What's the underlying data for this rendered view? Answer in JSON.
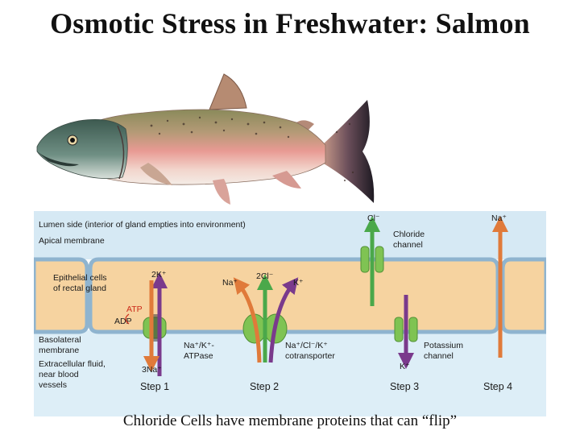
{
  "title": "Osmotic Stress in Freshwater: Salmon",
  "caption": "Chloride Cells have membrane proteins that can “flip”",
  "diagram": {
    "lumen_label": "Lumen side (interior of gland empties into environment)",
    "apical_label": "Apical membrane",
    "epithelial_label": [
      "Epithelial cells",
      "of rectal gland"
    ],
    "basolateral_label": [
      "Basolateral",
      "membrane"
    ],
    "extracellular_label": [
      "Extracellular fluid,",
      "near blood",
      "vessels"
    ],
    "atp": "ATP",
    "adp": "ADP",
    "ions": {
      "twoK": "2K⁺",
      "threeNa": "3Na⁺",
      "na_step2": "Na⁺",
      "twoCl": "2Cl⁻",
      "k_step2": "K⁺",
      "cl_top": "Cl⁻",
      "k_step3": "K⁺",
      "na_step4": "Na⁺"
    },
    "proteins": {
      "pump": [
        "Na⁺/K⁺-",
        "ATPase"
      ],
      "cotransporter": [
        "Na⁺/Cl⁻/K⁺",
        "cotransporter"
      ],
      "chloride_channel": [
        "Chloride",
        "channel"
      ],
      "potassium_channel": [
        "Potassium",
        "channel"
      ]
    },
    "steps": [
      "Step 1",
      "Step 2",
      "Step 3",
      "Step 4"
    ],
    "colors": {
      "lumen": "#d6e9f4",
      "cell": "#f6d3a0",
      "membrane": "#8fb4cf",
      "extracellular": "#ddeef7",
      "protein": "#7fc353",
      "protein_dark": "#4f8f34",
      "sodium": "#e07a3a",
      "potassium": "#7a3a8c",
      "chloride": "#4aa84a",
      "atp": "#cc2a1a"
    }
  }
}
